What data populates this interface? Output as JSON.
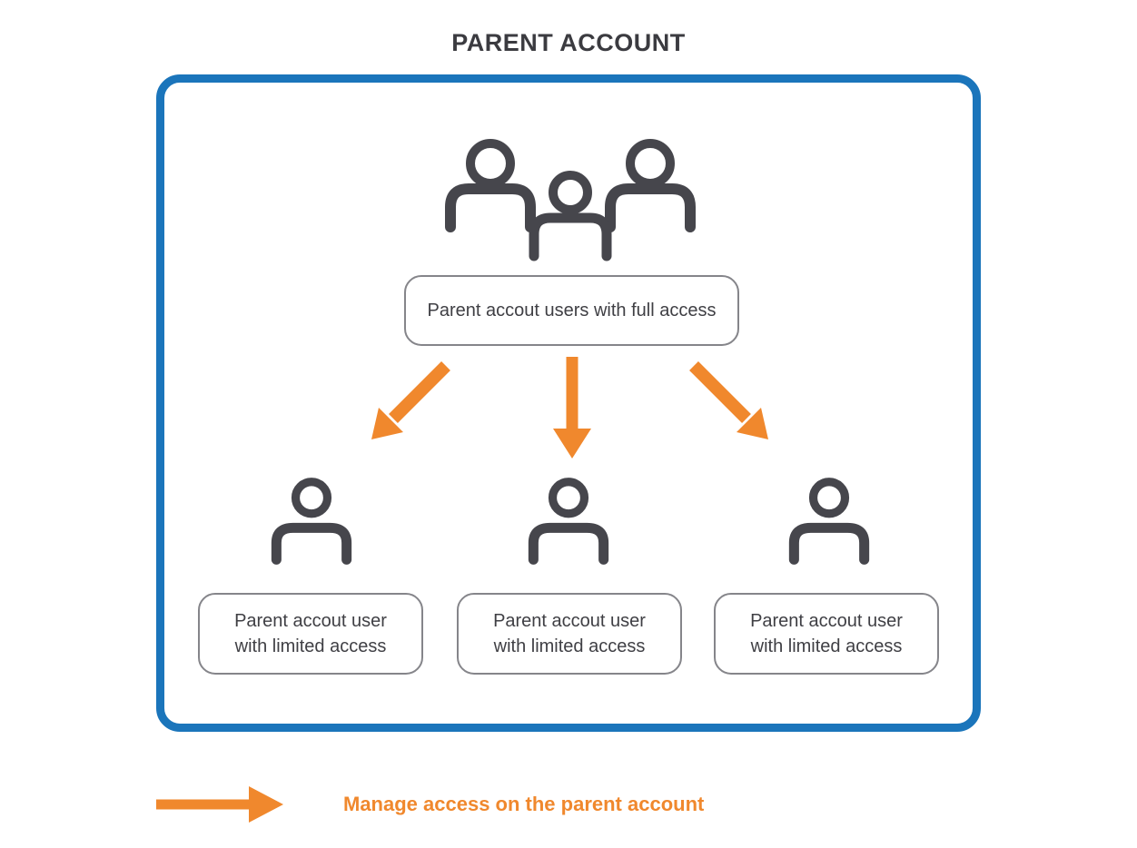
{
  "diagram": {
    "title": "PARENT ACCOUNT",
    "full_access_label": "Parent accout users with full access",
    "limited_access_labels": [
      "Parent accout user with limited access",
      "Parent accout user with limited access",
      "Parent accout user with limited access"
    ],
    "icons": {
      "top": "group-users-icon",
      "children": [
        "person-icon",
        "person-icon",
        "person-icon"
      ],
      "arrows": [
        "down-left-arrow-icon",
        "down-arrow-icon",
        "down-right-arrow-icon"
      ]
    }
  },
  "legend": {
    "label": "Manage access on the parent account",
    "icon": "legend-arrow-icon"
  },
  "colors": {
    "parent_box_border_blue": "#1b75bb",
    "arrow_orange": "#f0882d",
    "icon_dark_gray": "#46464c",
    "pill_border_gray": "#85858a",
    "title_text": "#3b3b40",
    "pill_text": "#3f3f44",
    "background": "#ffffff"
  }
}
